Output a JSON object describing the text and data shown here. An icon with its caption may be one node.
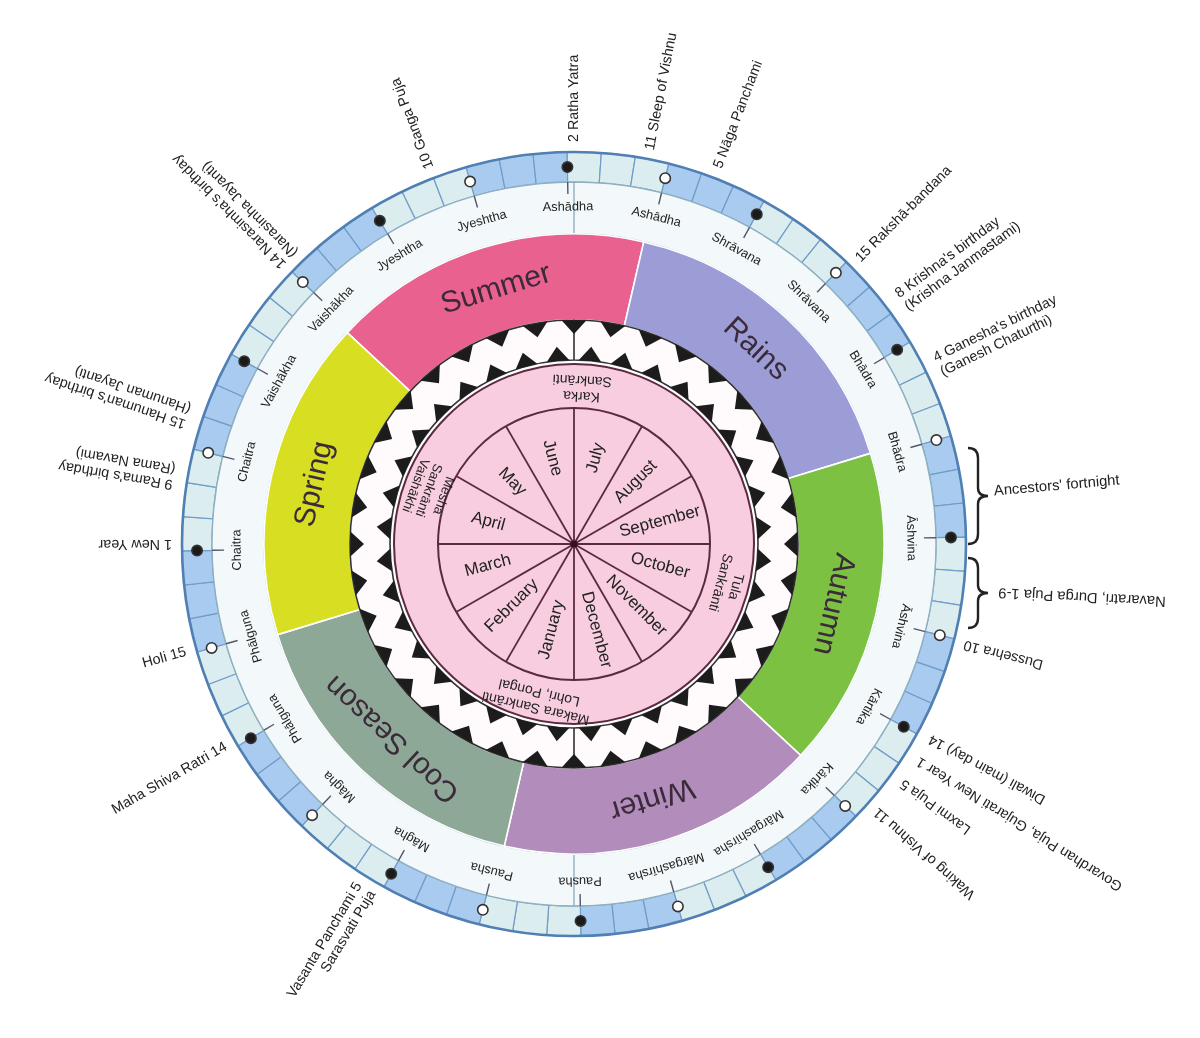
{
  "diagram": {
    "nodes": [
      {
        "text": [
          "Summer"
        ]
      },
      {
        "text": [
          "Rains"
        ]
      },
      {
        "text": [
          "Autumn"
        ]
      },
      {
        "text": [
          "Winter"
        ]
      },
      {
        "text": [
          "Cool Season"
        ]
      },
      {
        "text": [
          "Spring"
        ]
      }
    ],
    "labels": [
      "2 Ratha Yatra",
      "11 Sleep of Vishnu",
      "5 Nāga Panchami",
      "15 Rakshā-bandana",
      "8 Krishna's birthday (Krishna Janmastami)",
      "4 Ganesha's birthday (Ganesh Chaturthi)",
      "Ancestors' fortnight",
      "Navaratri, Durga Puja 1-9",
      "Dussehra 10",
      "Diwali (main day) 14",
      "Govardhan Puja, Gujarati New Year 1",
      "Laxmi Puja 5",
      "Waking of Vishnu 11",
      "Vasanta Panchami 5 Sarasvati Puja",
      "Maha Shiva Ratri 14",
      "Holi 15",
      "1 New Year",
      "9 Rama's birthday (Rama Navami)",
      "15 Hanuman's birthday (Hanuman Jayanti)",
      "14 Narasimha's birthday (Narasimha Jayanti)",
      "10 Ganga Puja",
      "Ashādha",
      "Ashādha",
      "Shrāvana",
      "Shrāvana",
      "Bhādra",
      "Bhādra",
      "Āshvina",
      "Āshvina",
      "Kārtika",
      "Kārtika",
      "Mārgashīrsha",
      "Mārgashīrsha",
      "Pausha",
      "Pausha",
      "Māgha",
      "Māgha",
      "Phālguna",
      "Phālguna",
      "Chaitra",
      "Chaitra",
      "Vaishākha",
      "Vaishākha",
      "Jyeshtha",
      "Jyeshtha",
      "July",
      "August",
      "September",
      "October",
      "November",
      "December",
      "January",
      "February",
      "March",
      "April",
      "May",
      "June",
      "Karka Sankrānti",
      "Tula Sankrānti",
      "Makara Sankrānti Lohri, Pongal",
      "Mesha Sankrānti Vaishākhi"
    ]
  }
}
